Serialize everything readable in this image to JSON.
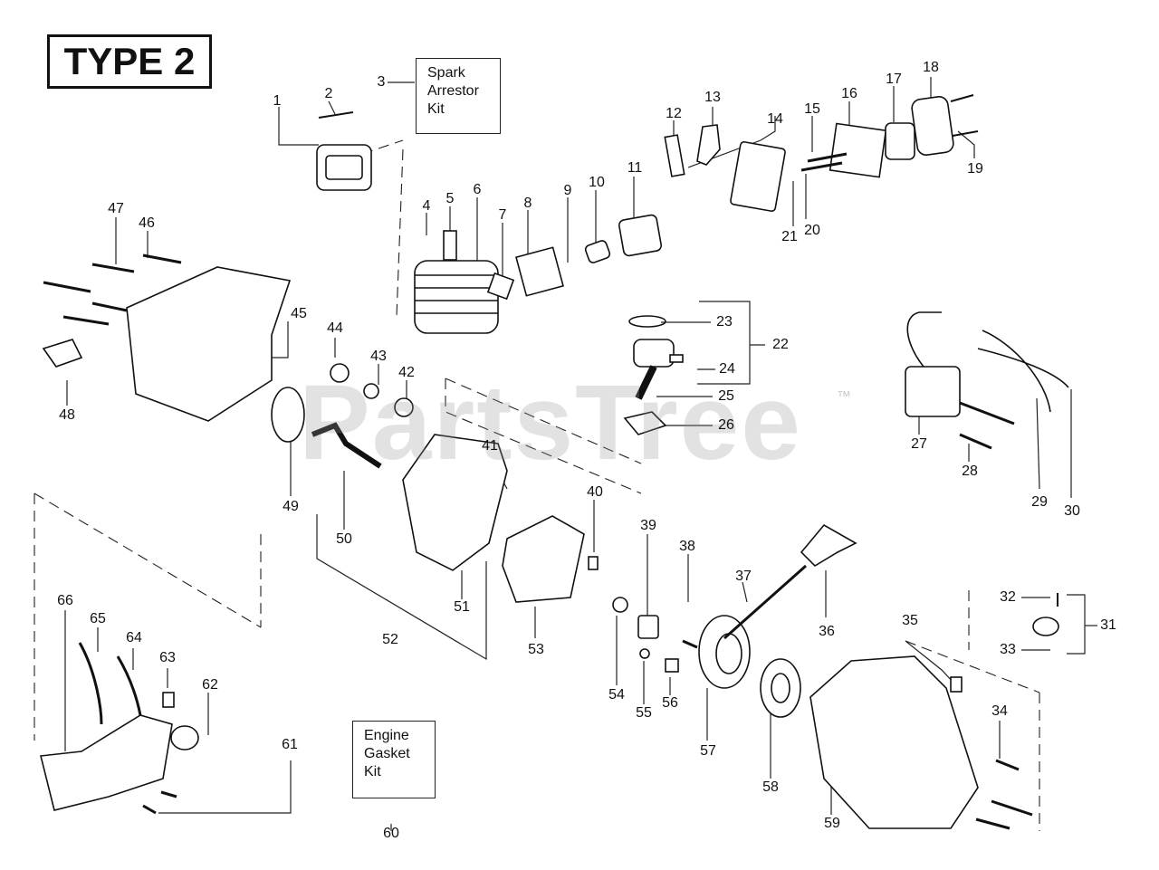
{
  "type_label": "TYPE 2",
  "watermark": "PartsTree",
  "watermark_tm": "™",
  "kits": {
    "spark_arrestor": [
      "Spark",
      "Arrestor",
      "Kit"
    ],
    "engine_gasket": [
      "Engine",
      "Gasket",
      "Kit"
    ]
  },
  "callouts": [
    "1",
    "2",
    "3",
    "4",
    "5",
    "6",
    "7",
    "8",
    "9",
    "10",
    "11",
    "12",
    "13",
    "14",
    "15",
    "16",
    "17",
    "18",
    "19",
    "20",
    "21",
    "22",
    "23",
    "24",
    "25",
    "26",
    "27",
    "28",
    "29",
    "30",
    "31",
    "32",
    "33",
    "34",
    "35",
    "36",
    "37",
    "38",
    "39",
    "40",
    "41",
    "42",
    "43",
    "44",
    "45",
    "46",
    "47",
    "48",
    "49",
    "50",
    "51",
    "52",
    "53",
    "54",
    "55",
    "56",
    "57",
    "58",
    "59",
    "60",
    "61",
    "62",
    "63",
    "64",
    "65",
    "66"
  ]
}
